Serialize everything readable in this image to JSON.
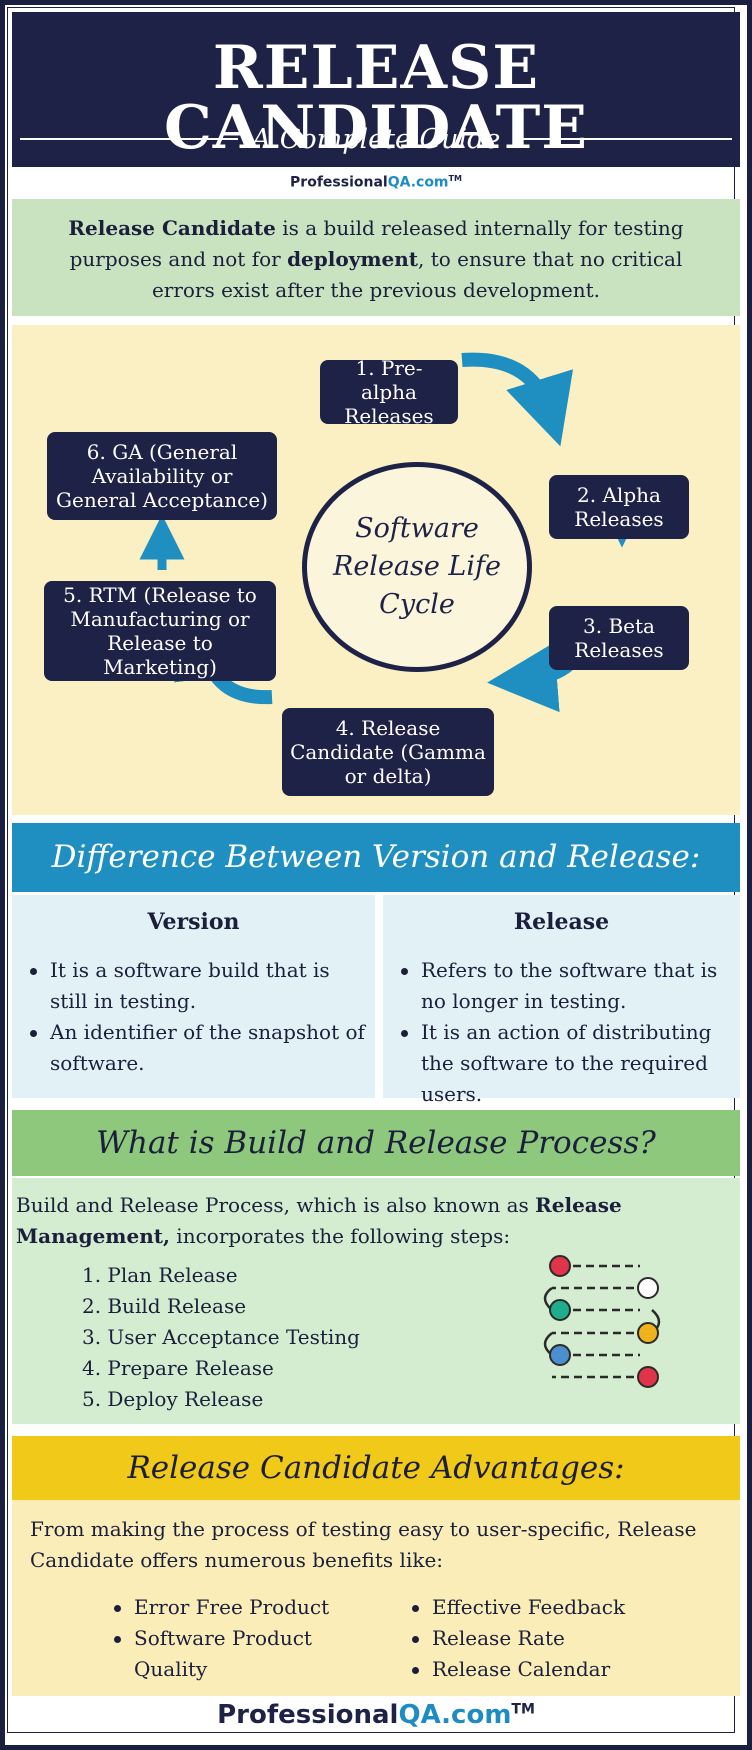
{
  "header": {
    "title": "RELEASE CANDIDATE",
    "subtitle": "A Complete Guide"
  },
  "logo": {
    "part1": "Professional",
    "part2": "QA.com",
    "tm": "TM"
  },
  "intro": {
    "term": "Release Candidate",
    "text1": " is a build released internally for testing purposes and not for ",
    "bold2": "deployment",
    "text2": ", to ensure that no critical errors exist after the previous development."
  },
  "cycle": {
    "center": "Software Release Life Cycle",
    "steps": [
      "1. Pre-alpha Releases",
      "2. Alpha Releases",
      "3. Beta Releases",
      "4. Release Candidate (Gamma or delta)",
      "5. RTM (Release to Manufacturing or Release to Marketing)",
      "6. GA (General Availability or General Acceptance)"
    ],
    "arrow_color": "#1f8fc2"
  },
  "difference": {
    "heading": "Difference Between Version and Release:",
    "version": {
      "title": "Version",
      "points": [
        "It is a software build that is still in testing.",
        "An identifier of the snapshot of software."
      ]
    },
    "release": {
      "title": "Release",
      "points": [
        "Refers to the software that is no longer in testing.",
        "It is an action of distributing the software to the required users."
      ]
    }
  },
  "build": {
    "heading": "What is Build and Release Process?",
    "lead1": "Build and Release Process, which is also known as ",
    "lead_bold": "Release Management,",
    "lead2": " incorporates the following steps:",
    "steps": [
      {
        "num": "1.",
        "label": "Plan Release"
      },
      {
        "num": "2.",
        "label": "Build Release"
      },
      {
        "num": "3.",
        "label": "User Acceptance Testing"
      },
      {
        "num": "4.",
        "label": "Prepare Release"
      },
      {
        "num": "5.",
        "label": "Deploy Release"
      }
    ]
  },
  "advantages": {
    "heading": "Release Candidate Advantages:",
    "lead": "From making the process of testing easy to user-specific, Release Candidate offers numerous benefits like:",
    "col1": [
      "Error Free Product",
      "Software Product Quality"
    ],
    "col2": [
      "Effective Feedback",
      "Release Rate",
      "Release Calendar"
    ]
  },
  "colors": {
    "navy": "#1e2246",
    "blue": "#1f8fc2",
    "green": "#8dc87c",
    "yellow": "#f1c919"
  }
}
